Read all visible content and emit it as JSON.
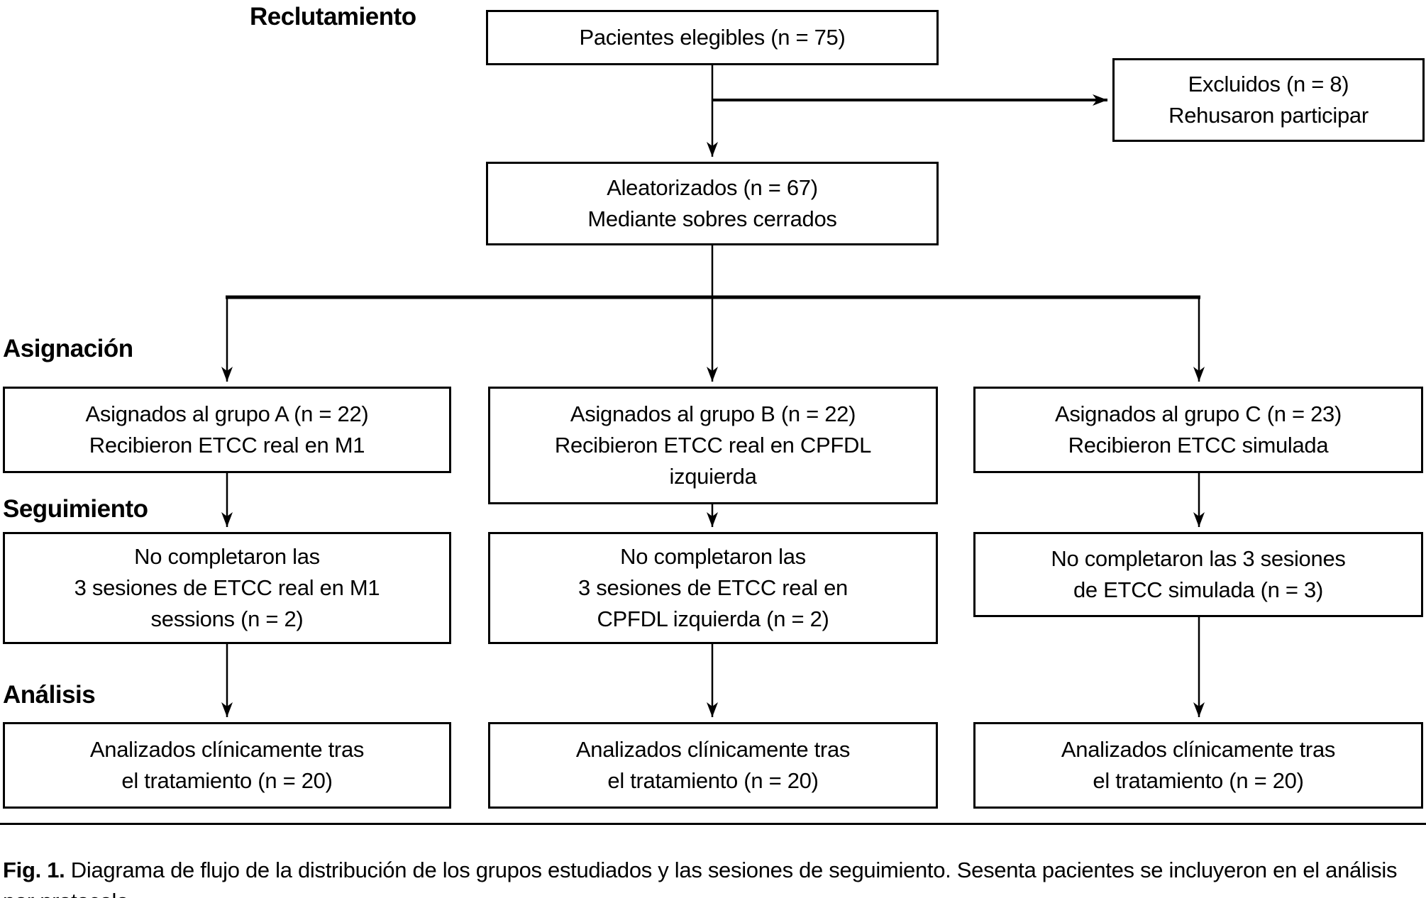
{
  "diagram": {
    "stage_labels": {
      "recruitment": "Reclutamiento",
      "allocation": "Asignación",
      "followup": "Seguimiento",
      "analysis": "Análisis"
    },
    "nodes": {
      "eligible": {
        "lines": [
          "Pacientes elegibles (n = 75)"
        ]
      },
      "excluded": {
        "lines": [
          "Excluidos (n = 8)",
          "Rehusaron participar"
        ]
      },
      "randomized": {
        "lines": [
          "Aleatorizados (n = 67)",
          "Mediante sobres cerrados"
        ]
      },
      "group_a": {
        "lines": [
          "Asignados al grupo A (n = 22)",
          "Recibieron ETCC real en M1"
        ]
      },
      "group_b": {
        "lines": [
          "Asignados al grupo B (n = 22)",
          "Recibieron ETCC real en CPFDL",
          "izquierda"
        ]
      },
      "group_c": {
        "lines": [
          "Asignados al grupo C (n = 23)",
          "Recibieron ETCC simulada"
        ]
      },
      "followup_a": {
        "lines": [
          "No completaron las",
          "3 sesiones de ETCC real en M1",
          "sessions (n = 2)"
        ]
      },
      "followup_b": {
        "lines": [
          "No completaron las",
          "3 sesiones de ETCC real en",
          "CPFDL izquierda (n = 2)"
        ]
      },
      "followup_c": {
        "lines": [
          "No completaron las 3 sesiones",
          "de ETCC simulada (n = 3)"
        ]
      },
      "analysis_a": {
        "lines": [
          "Analizados clínicamente tras",
          "el tratamiento (n = 20)"
        ]
      },
      "analysis_b": {
        "lines": [
          "Analizados clínicamente tras",
          "el tratamiento (n = 20)"
        ]
      },
      "analysis_c": {
        "lines": [
          "Analizados clínicamente tras",
          "el tratamiento (n = 20)"
        ]
      }
    },
    "caption": {
      "label": "Fig. 1.",
      "text": " Diagrama de flujo de la distribución de los grupos estudiados y las sesiones de seguimiento. Sesenta pacientes se incluyeron en el análisis por protocolo."
    },
    "colors": {
      "line": "#000000",
      "text": "#000000",
      "background": "#ffffff"
    }
  }
}
